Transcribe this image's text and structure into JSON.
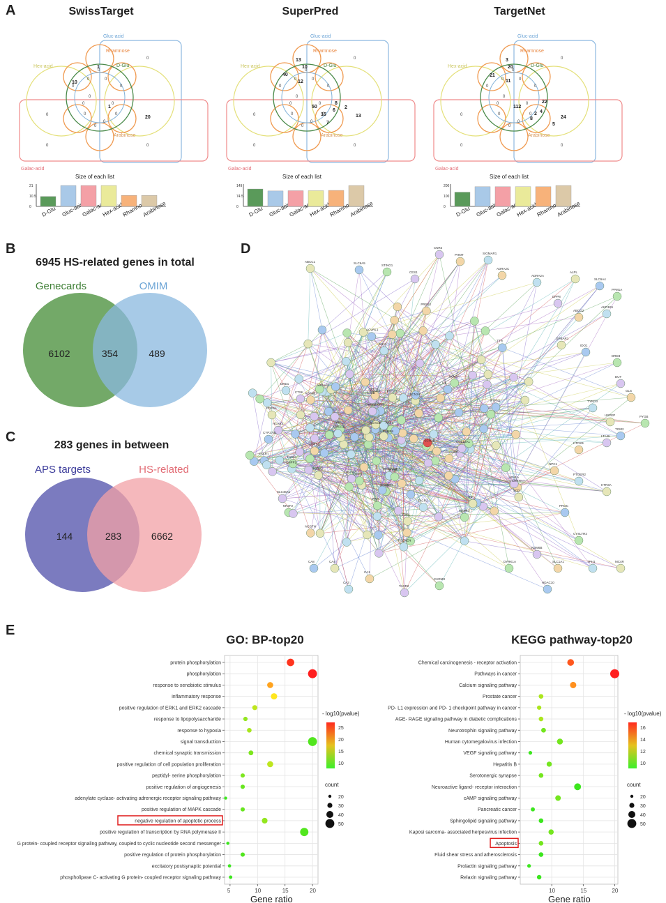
{
  "panels": {
    "A": "A",
    "B": "B",
    "C": "C",
    "D": "D",
    "E": "E"
  },
  "panelA": {
    "title_swiss": "SwissTarget",
    "title_superpred": "SuperPred",
    "title_targetnet": "TargetNet",
    "set_labels": {
      "gluc": "Gluc-acid",
      "rham": "Rhamnose",
      "dglu": "D-Glu",
      "hex": "Hex-acid",
      "galac": "Galac-acid",
      "arab": "Arabinose"
    },
    "bar_title": "Size of each list",
    "bar_categories": [
      "D-Glu",
      "Gluc-acid",
      "Galac-acid",
      "Hex-acid",
      "Rhamnose",
      "Arabinose"
    ],
    "bar_colors": [
      "#5a9a5a",
      "#a9c9e8",
      "#f4a0a6",
      "#eaea9a",
      "#f7b27a",
      "#dcc9a8"
    ],
    "swiss": {
      "y_ticks": [
        "21",
        "10.5",
        "0"
      ],
      "values": [
        10,
        21,
        21,
        21,
        11,
        11
      ],
      "nums": {
        "top": "1",
        "c1": "10",
        "c2": "0",
        "center": "1",
        "right": "20",
        "o1": "0",
        "o2": "0",
        "o3": "0",
        "o4": "0"
      }
    },
    "superpred": {
      "y_ticks": [
        "149",
        "74.5",
        "0"
      ],
      "values": [
        124,
        110,
        112,
        112,
        114,
        149
      ],
      "nums": {
        "top": "13",
        "c1": "40",
        "c2": "12",
        "center": "50",
        "right": "13",
        "r2": "2",
        "n15": "15",
        "n8": "8",
        "n6": "6",
        "n7": "7",
        "n10": "10",
        "o": "0"
      }
    },
    "targetnet": {
      "y_ticks": [
        "200",
        "100",
        "0"
      ],
      "values": [
        139,
        192,
        192,
        192,
        192,
        204
      ],
      "nums": {
        "top": "3",
        "t2": "20",
        "c1": "21",
        "c2": "11",
        "center": "112",
        "r1": "22",
        "right": "24",
        "n5": "5",
        "n4": "4",
        "n2": "2",
        "n8": "8",
        "o": "0"
      }
    }
  },
  "panelB": {
    "title": "6945 HS-related genes in total",
    "left_label": "Genecards",
    "right_label": "OMIM",
    "left_only": "6102",
    "overlap": "354",
    "right_only": "489"
  },
  "panelC": {
    "title": "283 genes in between",
    "left_label": "APS targets",
    "right_label": "HS-related",
    "left_only": "144",
    "overlap": "283",
    "right_only": "6662"
  },
  "panelD": {
    "labels": [
      "CNR2",
      "PHMT",
      "SIGMAR1",
      "ABCC1",
      "SLC6A5",
      "STING1",
      "CES1",
      "ADRA2C",
      "ADRA2A",
      "ALPL",
      "SLC6A4",
      "PPM1A",
      "DPP8",
      "ABCG2",
      "AKR1B1",
      "GPBAR1",
      "IDO1",
      "DRD3",
      "DUT",
      "GLS",
      "TYRO3",
      "USPEP",
      "TGM2",
      "PYGB",
      "LTA4H",
      "HTR2B",
      "DRD1",
      "PDE5A",
      "CYP27B1",
      "F13A1",
      "SLC46A1",
      "NPC1",
      "PTGER2",
      "HTR3A",
      "PROC",
      "CYSLTR2",
      "KDM6B",
      "SLC1A1",
      "TPH1",
      "MC4R",
      "HDAC10",
      "DYRK1A",
      "TACR2",
      "CA1",
      "CA3",
      "CA4",
      "CA8",
      "CHRM3",
      "PSMB9",
      "NR2F2",
      "CTSK",
      "NCSTN",
      "ENPP2",
      "ADAM10",
      "PSENEN",
      "PRSS1",
      "C5AR1",
      "PPIA",
      "APH1A",
      "PRSS2",
      "TACR1",
      "P2RY2",
      "TTR",
      "DPP9",
      "COL18A1",
      "CEACAM5",
      "ACACA",
      "CHRNA7",
      "CHRFAM7A",
      "SCD",
      "ACACB",
      "CHRNB4",
      "HCAR2",
      "HRH2",
      "ADRA1D",
      "TOP1",
      "PTPN1",
      "IL23R",
      "HPSE",
      "HRH1",
      "SCN4A",
      "ADRB1",
      "ADRA1A",
      "SCN2A",
      "ACVRL1",
      "SCN3A",
      "CA6B",
      "SCN1B",
      "JAK2",
      "TNF",
      "IL6",
      "AKT1",
      "EGFR",
      "MAPK3"
    ]
  },
  "panelE": {
    "go": {
      "title": "GO: BP-top20",
      "xlabel": "Gene ratio",
      "xticks": [
        "5",
        "10",
        "15",
        "20"
      ],
      "legend_title": "- log10(pvalue)",
      "color_ticks": [
        "25",
        "20",
        "15",
        "10"
      ],
      "count_title": "count",
      "count_ticks": [
        "20",
        "30",
        "40",
        "50"
      ],
      "highlight": "negative regulation of apoptotic process"
    },
    "kegg": {
      "title": "KEGG pathway-top20",
      "xlabel": "Gene ratio",
      "xticks": [
        "10",
        "15",
        "20"
      ],
      "legend_title": "- log10(pvalue)",
      "color_ticks": [
        "16",
        "14",
        "12",
        "10"
      ],
      "count_title": "count",
      "count_ticks": [
        "20",
        "30",
        "40",
        "50"
      ],
      "highlight": "Apoptosis"
    }
  },
  "chart_data": [
    {
      "type": "scatter",
      "title": "GO: BP-top20",
      "xlabel": "Gene ratio",
      "xlim": [
        4,
        21
      ],
      "categories": [
        "protein phosphorylation",
        "phosphorylation",
        "response to xenobiotic stimulus",
        "inflammatory response",
        "positive regulation of ERK1 and ERK2 cascade",
        "response to lipopolysaccharide",
        "response to hypoxia",
        "signal transduction",
        "chemical synaptic transmission",
        "positive regulation of cell population proliferation",
        "peptidyl- serine phosphorylation",
        "positive regulation of angiogenesis",
        "adenylate cyclase- activating adrenergic receptor signaling pathway",
        "positive regulation of MAPK cascade",
        "negative regulation of apoptotic process",
        "positive regulation of transcription by RNA polymerase II",
        "G protein- coupled receptor signaling pathway, coupled to cyclic nucleotide second messenger",
        "positive regulation of protein phosphorylation",
        "excitatory postsynaptic potential",
        "phospholipase C- activating G protein- coupled receptor signaling pathway"
      ],
      "x": [
        16.0,
        20.0,
        12.3,
        13.0,
        9.5,
        7.8,
        8.5,
        20.0,
        8.8,
        12.3,
        7.3,
        7.3,
        4.2,
        7.3,
        11.3,
        18.5,
        4.6,
        7.3,
        4.9,
        5.1
      ],
      "neglog10p": [
        27,
        28,
        22,
        19,
        16,
        14,
        15,
        11,
        13,
        16,
        13,
        12,
        10,
        12,
        14,
        11,
        10,
        11,
        10,
        10
      ],
      "count": [
        46,
        57,
        35,
        37,
        27,
        22,
        24,
        57,
        25,
        35,
        21,
        21,
        12,
        21,
        32,
        52,
        13,
        21,
        14,
        15
      ]
    },
    {
      "type": "scatter",
      "title": "KEGG pathway-top20",
      "xlabel": "Gene ratio",
      "xlim": [
        5,
        20.5
      ],
      "categories": [
        "Chemical carcinogenesis -  receptor activation",
        "Pathways in cancer",
        "Calcium signaling pathway",
        "Prostate cancer",
        "PD- L1 expression and PD- 1 checkpoint pathway in cancer",
        "AGE- RAGE signaling pathway in diabetic complications",
        "Neurotrophin signaling pathway",
        "Human cytomegalovirus infection",
        "VEGF signaling pathway",
        "Hepatitis B",
        "Serotonergic synapse",
        "Neuroactive ligand- receptor interaction",
        "cAMP signaling pathway",
        "Pancreatic cancer",
        "Sphingolipid signaling pathway",
        "Kaposi sarcoma- associated herpesvirus infection",
        "Apoptosis",
        "Fluid shear stress and atherosclerosis",
        "Prolactin signaling pathway",
        "Relaxin signaling pathway"
      ],
      "x": [
        13.0,
        20.0,
        13.4,
        8.3,
        8.0,
        8.3,
        8.7,
        11.3,
        6.6,
        9.6,
        8.3,
        14.1,
        11.0,
        7.0,
        8.3,
        9.9,
        8.3,
        8.3,
        6.4,
        8.0
      ],
      "neglog10p": [
        16,
        17,
        15,
        12,
        12,
        12,
        11,
        11,
        10,
        11,
        11,
        10,
        11,
        10,
        10,
        11,
        11,
        10,
        10,
        10
      ],
      "count": [
        40,
        58,
        37,
        24,
        22,
        24,
        25,
        34,
        17,
        28,
        24,
        41,
        31,
        20,
        24,
        29,
        24,
        24,
        17,
        23
      ]
    }
  ]
}
